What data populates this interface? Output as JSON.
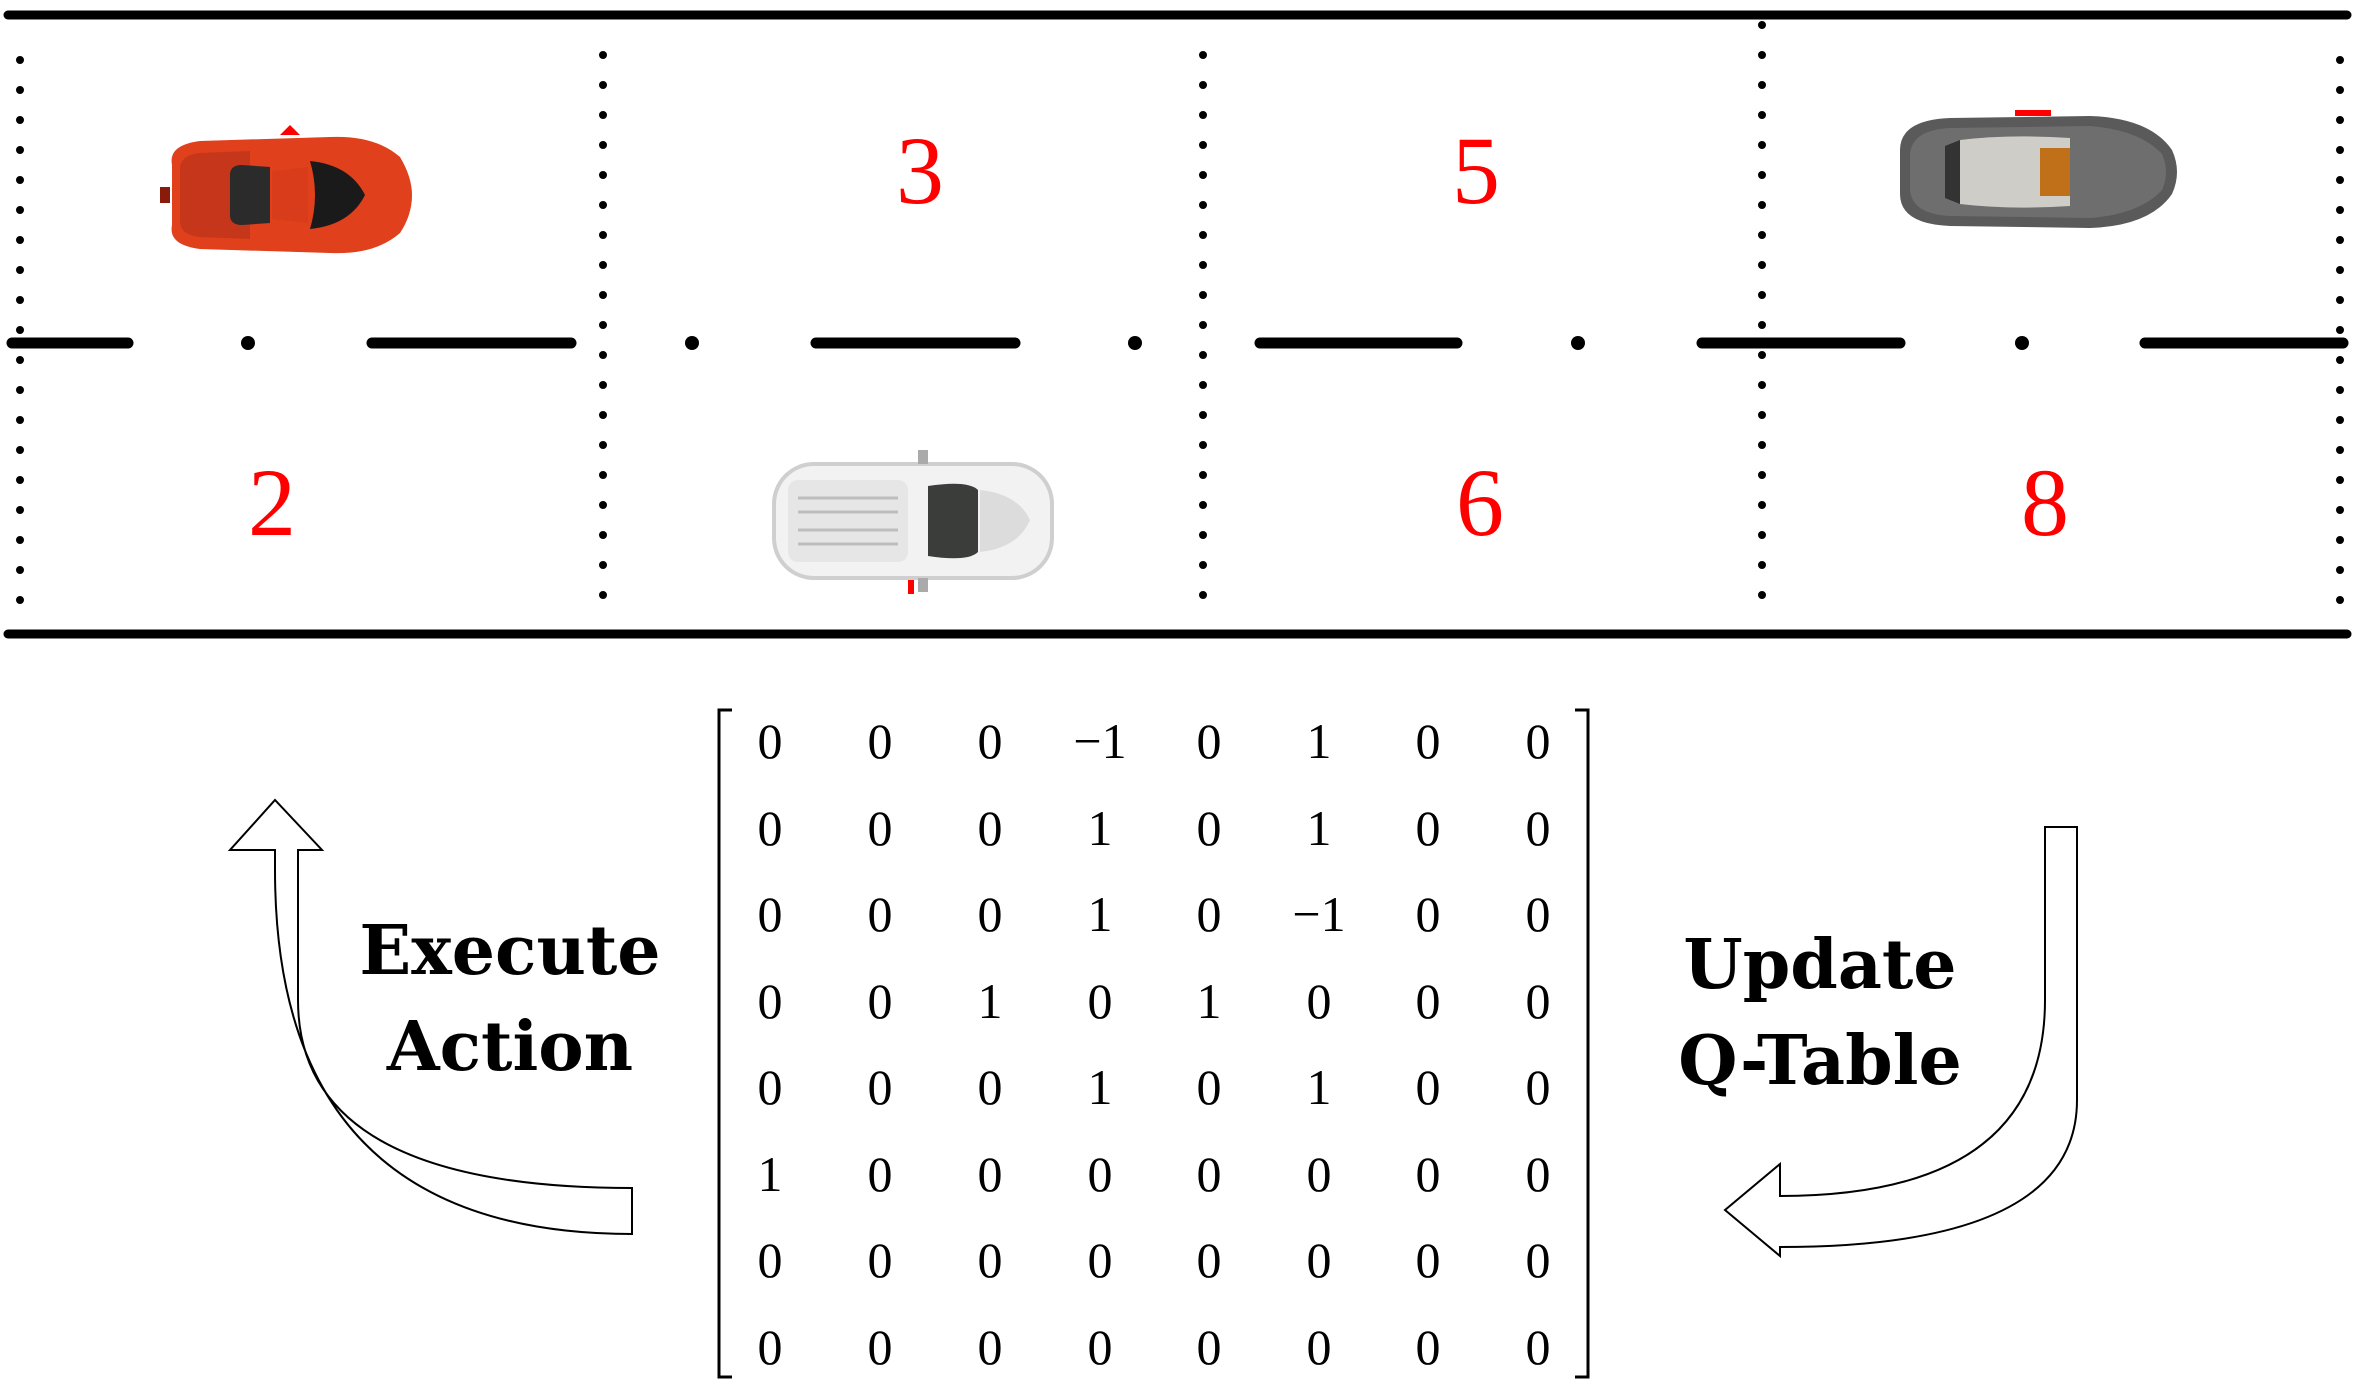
{
  "road": {
    "cell_numbers": [
      "2",
      "3",
      "5",
      "6",
      "8"
    ],
    "number_color": "#ff0000",
    "vehicles": [
      "red-sports-car",
      "white-suv",
      "gray-convertible"
    ]
  },
  "matrix": {
    "rows": [
      [
        "0",
        "0",
        "0",
        "−1",
        "0",
        "1",
        "0",
        "0"
      ],
      [
        "0",
        "0",
        "0",
        "1",
        "0",
        "1",
        "0",
        "0"
      ],
      [
        "0",
        "0",
        "0",
        "1",
        "0",
        "−1",
        "0",
        "0"
      ],
      [
        "0",
        "0",
        "1",
        "0",
        "1",
        "0",
        "0",
        "0"
      ],
      [
        "0",
        "0",
        "0",
        "1",
        "0",
        "1",
        "0",
        "0"
      ],
      [
        "1",
        "0",
        "0",
        "0",
        "0",
        "0",
        "0",
        "0"
      ],
      [
        "0",
        "0",
        "0",
        "0",
        "0",
        "0",
        "0",
        "0"
      ],
      [
        "0",
        "0",
        "0",
        "0",
        "0",
        "0",
        "0",
        "0"
      ]
    ]
  },
  "labels": {
    "execute_line1": "Execute",
    "execute_line2": "Action",
    "update_line1": "Update",
    "update_line2": "Q-Table"
  }
}
